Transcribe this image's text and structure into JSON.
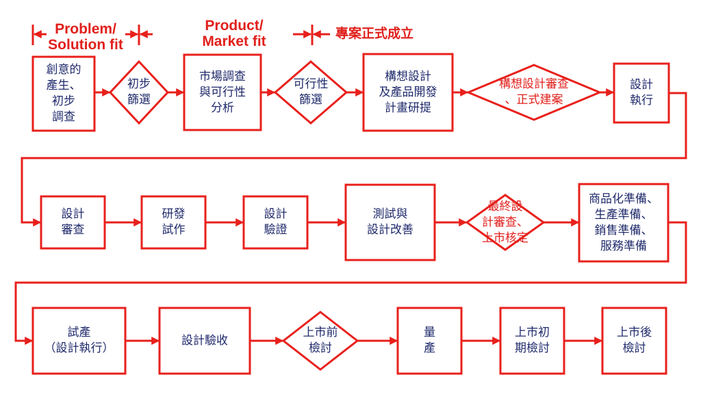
{
  "header": {
    "phase1": "Problem/\nSolution fit",
    "phase2": "Product/\nMarket fit",
    "phase3": "專案正式成立"
  },
  "row1": {
    "idea": "創意的\n產生、\n初步\n調查",
    "screen1": "初步\n篩選",
    "market": "市場調查\n與可行性\n分析",
    "screen2": "可行性\n篩選",
    "concept": "構想設計\n及產品開發\n計畫研提",
    "review": "構想設計審查\n、正式建案",
    "exec": "設計\n執行"
  },
  "row2": {
    "design_review": "設計\n審查",
    "prototype": "研發\n試作",
    "verify": "設計\n驗證",
    "test": "測試與\n設計改善",
    "final_review": "最終設\n計審查、\n上市核定",
    "prep": "商品化準備、\n生產準備、\n銷售準備、\n服務準備"
  },
  "row3": {
    "trial": "試產\n（設計執行）",
    "acceptance": "設計驗收",
    "prelaunch": "上市前\n檢討",
    "mass": "量\n產",
    "early": "上市初\n期檢討",
    "post": "上市後\n檢討"
  },
  "colors": {
    "line": "#e8201c",
    "text": "#1f2a6b",
    "accent": "#e0201c"
  }
}
